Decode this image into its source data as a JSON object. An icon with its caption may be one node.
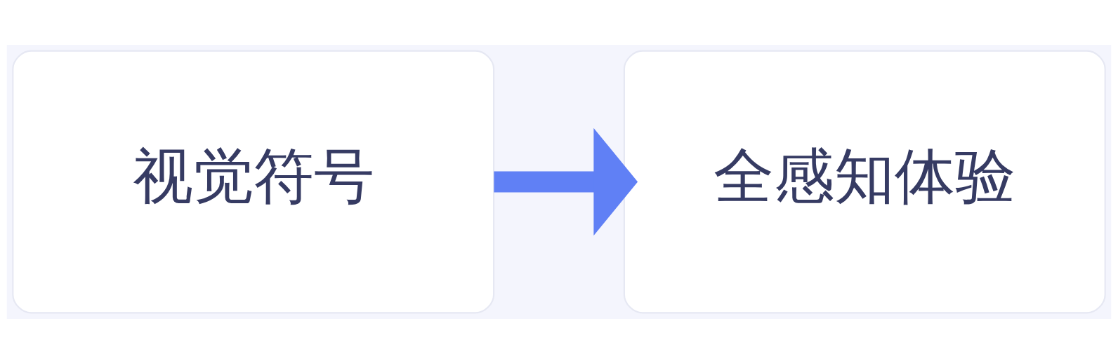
{
  "diagram": {
    "nodes": [
      {
        "text": [
          "视觉符号"
        ]
      },
      {
        "text": [
          "全感知体验"
        ]
      }
    ],
    "edges": [
      {
        "from": 0,
        "to": 1,
        "arrow": "to"
      }
    ]
  }
}
